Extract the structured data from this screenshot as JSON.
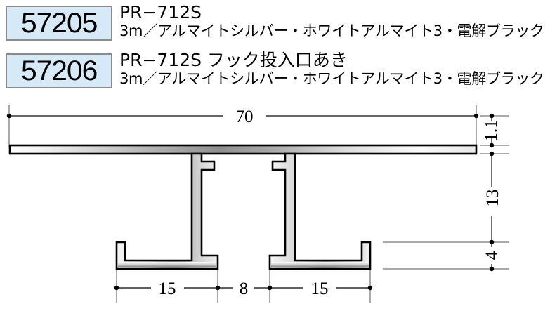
{
  "products": [
    {
      "code": "57205",
      "title": "PR−712S",
      "subtitle": "3m／アルマイトシルバー・ホワイトアルマイト3・電解ブラック"
    },
    {
      "code": "57206",
      "title": "PR−712S フック投入口あき",
      "subtitle": "3m／アルマイトシルバー・ホワイトアルマイト3・電解ブラック"
    }
  ],
  "colors": {
    "code_box_bg": "#d6e9f7",
    "code_box_border": "#8c8c8c",
    "dimension_line": "#404040",
    "outline": "#000000",
    "metal_light": "#ffffff",
    "metal_mid": "#9a9a9a",
    "metal_dark": "#6f6f6f"
  },
  "drawing": {
    "title": "aluminium extrusion cross-section",
    "dimensions": {
      "top_width": "70",
      "plate_thickness": "1.1",
      "web_height": "13",
      "foot_height": "4",
      "bottom_left": "15",
      "bottom_center": "8",
      "bottom_right": "15"
    }
  }
}
